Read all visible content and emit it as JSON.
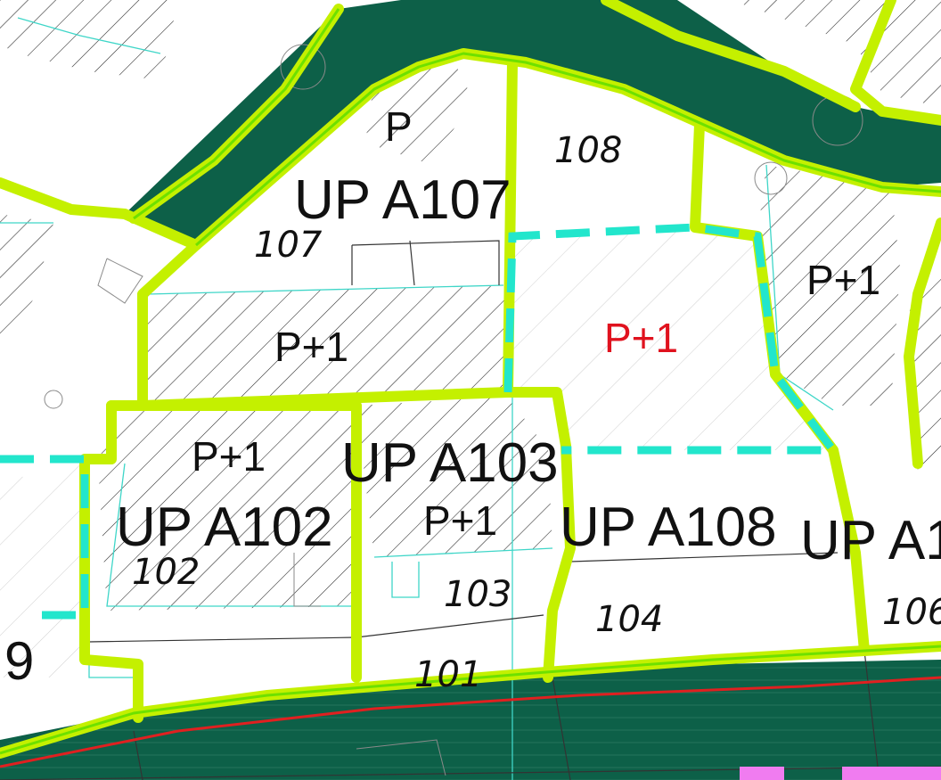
{
  "colors": {
    "green_zone": "#0d6048",
    "boundary": "#c4f000",
    "boundary_inner": "#6ee000",
    "dashed_boundary": "#22e6cc",
    "thin_lines": "#3fd6c8",
    "road_centerline": "#e02020",
    "accent_magenta": "#f07cf0",
    "text": "#111111",
    "text_red": "#e0121e"
  },
  "labels": {
    "up_a107": "UP A107",
    "up_a103": "UP A103",
    "up_a102": "UP A102",
    "up_a108": "UP A108",
    "up_a1_partial": "UP A1",
    "p_top": "P",
    "p1_center": "P+1",
    "p1_right": "P+1",
    "p1_red": "P+1",
    "p1_a102": "P+1",
    "p1_a103": "P+1",
    "num_108": "108",
    "num_107": "107",
    "num_102": "102",
    "num_103": "103",
    "num_104": "104",
    "num_106_partial": "106",
    "num_101": "101",
    "num_9_partial": "9"
  }
}
